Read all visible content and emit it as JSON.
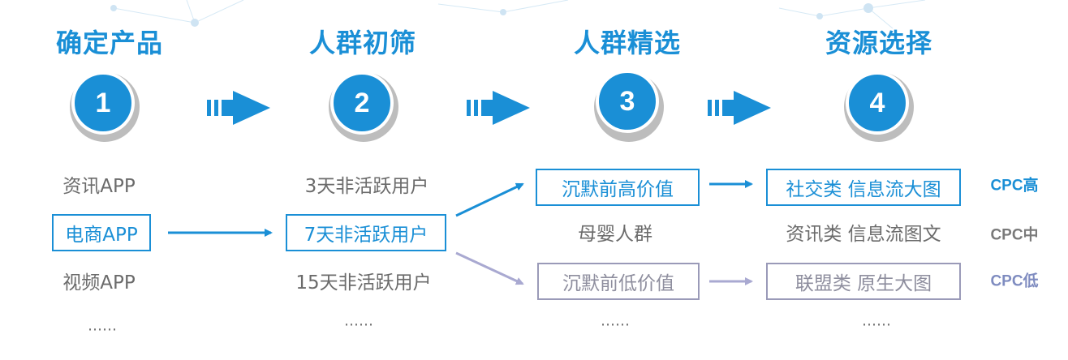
{
  "steps": [
    {
      "title": "确定产品",
      "number": "1"
    },
    {
      "title": "人群初筛",
      "number": "2"
    },
    {
      "title": "人群精选",
      "number": "3"
    },
    {
      "title": "资源选择",
      "number": "4"
    }
  ],
  "column1": {
    "item1": "资讯APP",
    "item2": "电商APP",
    "item3": "视频APP",
    "more": "……"
  },
  "column2": {
    "item1": "3天非活跃用户",
    "item2": "7天非活跃用户",
    "item3": "15天非活跃用户",
    "more": "……"
  },
  "column3": {
    "item1": "沉默前高价值",
    "item2": "母婴人群",
    "item3": "沉默前低价值",
    "more": "……"
  },
  "column4": {
    "item1": "社交类 信息流大图",
    "item2": "资讯类 信息流图文",
    "item3": "联盟类 原生大图",
    "more": "……"
  },
  "cpc": {
    "high": "CPC高",
    "mid": "CPC中",
    "low": "CPC低"
  },
  "colors": {
    "blue": "#1a8fd6",
    "lavender": "#a9a9d1",
    "gray_text": "#6b6b6b",
    "cpc_low": "#7f8cc0"
  }
}
